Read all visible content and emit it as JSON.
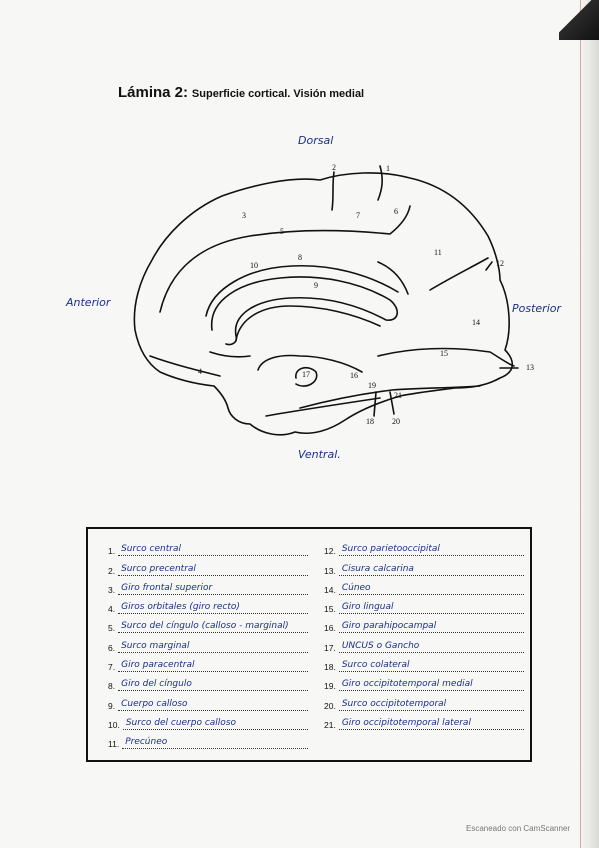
{
  "title": {
    "main": "Lámina 2:",
    "sub": "Superficie cortical. Visión medial"
  },
  "directions": {
    "dorsal": "Dorsal",
    "anterior": "Anterior",
    "posterior": "Posterior",
    "ventral": "Ventral."
  },
  "diagram_numbers": [
    "1",
    "2",
    "3",
    "4",
    "5",
    "6",
    "7",
    "8",
    "9",
    "10",
    "11",
    "12",
    "13",
    "14",
    "15",
    "16",
    "17",
    "18",
    "19",
    "20",
    "21"
  ],
  "legend": {
    "left": [
      {
        "n": "1.",
        "text": "Surco central"
      },
      {
        "n": "2.",
        "text": "Surco precentral"
      },
      {
        "n": "3.",
        "text": "Giro frontal superior"
      },
      {
        "n": "4.",
        "text": "Giros orbitales (giro recto)"
      },
      {
        "n": "5.",
        "text": "Surco del cíngulo (calloso - marginal)"
      },
      {
        "n": "6.",
        "text": "Surco marginal"
      },
      {
        "n": "7.",
        "text": "Giro paracentral"
      },
      {
        "n": "8.",
        "text": "Giro del cíngulo"
      },
      {
        "n": "9.",
        "text": "Cuerpo calloso"
      },
      {
        "n": "10.",
        "text": "Surco del cuerpo calloso"
      },
      {
        "n": "11.",
        "text": "Precúneo"
      }
    ],
    "right": [
      {
        "n": "12.",
        "text": "Surco parietooccipital"
      },
      {
        "n": "13.",
        "text": "Cisura calcarina"
      },
      {
        "n": "14.",
        "text": "Cúneo"
      },
      {
        "n": "15.",
        "text": "Giro lingual"
      },
      {
        "n": "16.",
        "text": "Giro parahipocampal"
      },
      {
        "n": "17.",
        "text": "UNCUS o Gancho"
      },
      {
        "n": "18.",
        "text": "Surco colateral"
      },
      {
        "n": "19.",
        "text": "Giro occipitotemporal medial"
      },
      {
        "n": "20.",
        "text": "Surco occipitotemporal"
      },
      {
        "n": "21.",
        "text": "Giro occipitotemporal lateral"
      }
    ]
  },
  "watermark": "Escaneado con CamScanner"
}
